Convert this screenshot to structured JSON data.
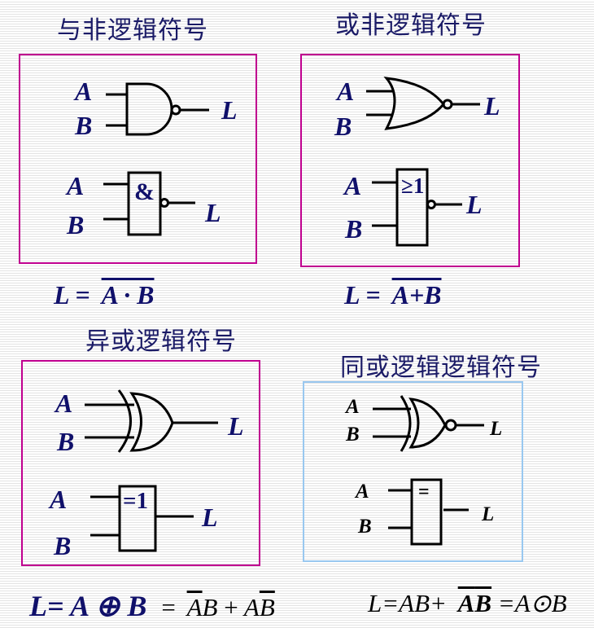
{
  "sections": {
    "nand": {
      "title": "与非逻辑符号",
      "formula_lhs": "L =",
      "formula_rhs": "A · B",
      "distinctive": {
        "in_a": "A",
        "in_b": "B",
        "out": "L"
      },
      "rectangular": {
        "in_a": "A",
        "in_b": "B",
        "out": "L",
        "symbol": "&"
      }
    },
    "nor": {
      "title": "或非逻辑符号",
      "formula_lhs": "L =",
      "formula_rhs": "A+B",
      "distinctive": {
        "in_a": "A",
        "in_b": "B",
        "out": "L"
      },
      "rectangular": {
        "in_a": "A",
        "in_b": "B",
        "out": "L",
        "symbol": "≥1"
      }
    },
    "xor": {
      "title": "异或逻辑符号",
      "distinctive": {
        "in_a": "A",
        "in_b": "B",
        "out": "L"
      },
      "rectangular": {
        "in_a": "A",
        "in_b": "B",
        "out": "L",
        "symbol": "=1"
      },
      "formula": {
        "lhs": "L= A ⊕ B",
        "eq": "=",
        "t1_bar": "A",
        "t1_rest": "B",
        "plus": "+",
        "t2_a": "A",
        "t2_bar": "B"
      }
    },
    "xnor": {
      "title": "同或逻辑逻辑符号",
      "distinctive": {
        "in_a": "A",
        "in_b": "B",
        "out": "L"
      },
      "rectangular": {
        "in_a": "A",
        "in_b": "B",
        "out": "L",
        "symbol": "="
      },
      "formula": {
        "lhs": "L=AB+",
        "bar_a": "A",
        "bar_b": "B",
        "rhs": "=A⊙B"
      }
    }
  },
  "colors": {
    "text_navy": "#10106a",
    "box_magenta": "#c0008f",
    "box_blue": "#99c8f0",
    "line_black": "#000000"
  }
}
